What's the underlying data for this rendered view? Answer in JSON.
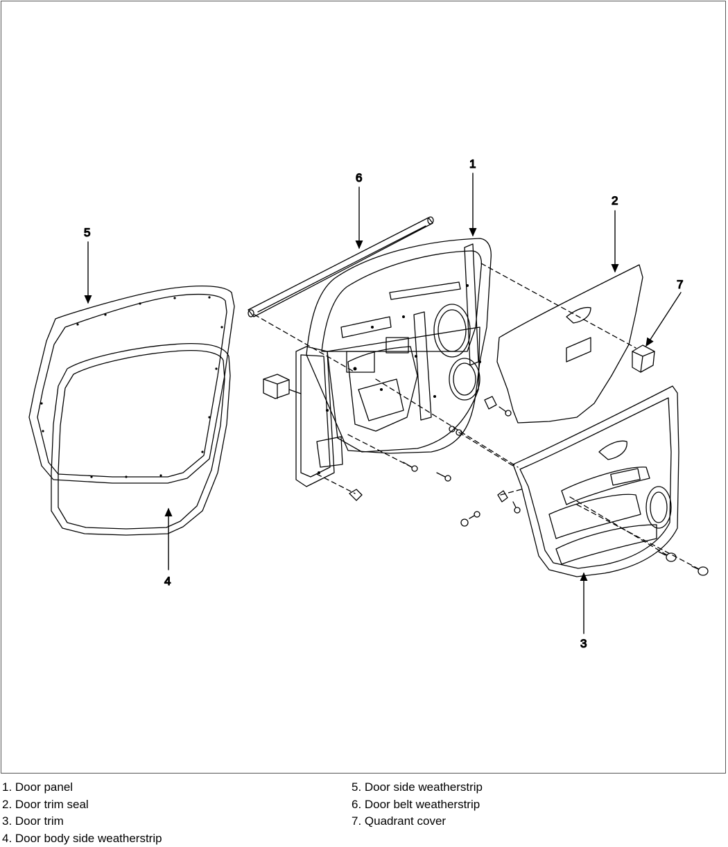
{
  "diagram": {
    "callouts": [
      "1",
      "2",
      "3",
      "4",
      "5",
      "6",
      "7"
    ]
  },
  "legend": {
    "left": [
      "1. Door panel",
      "2. Door trim seal",
      "3. Door trim",
      "4. Door body side weatherstrip"
    ],
    "right": [
      "5. Door side weatherstrip",
      "6. Door belt weatherstrip",
      "7. Quadrant cover"
    ]
  }
}
